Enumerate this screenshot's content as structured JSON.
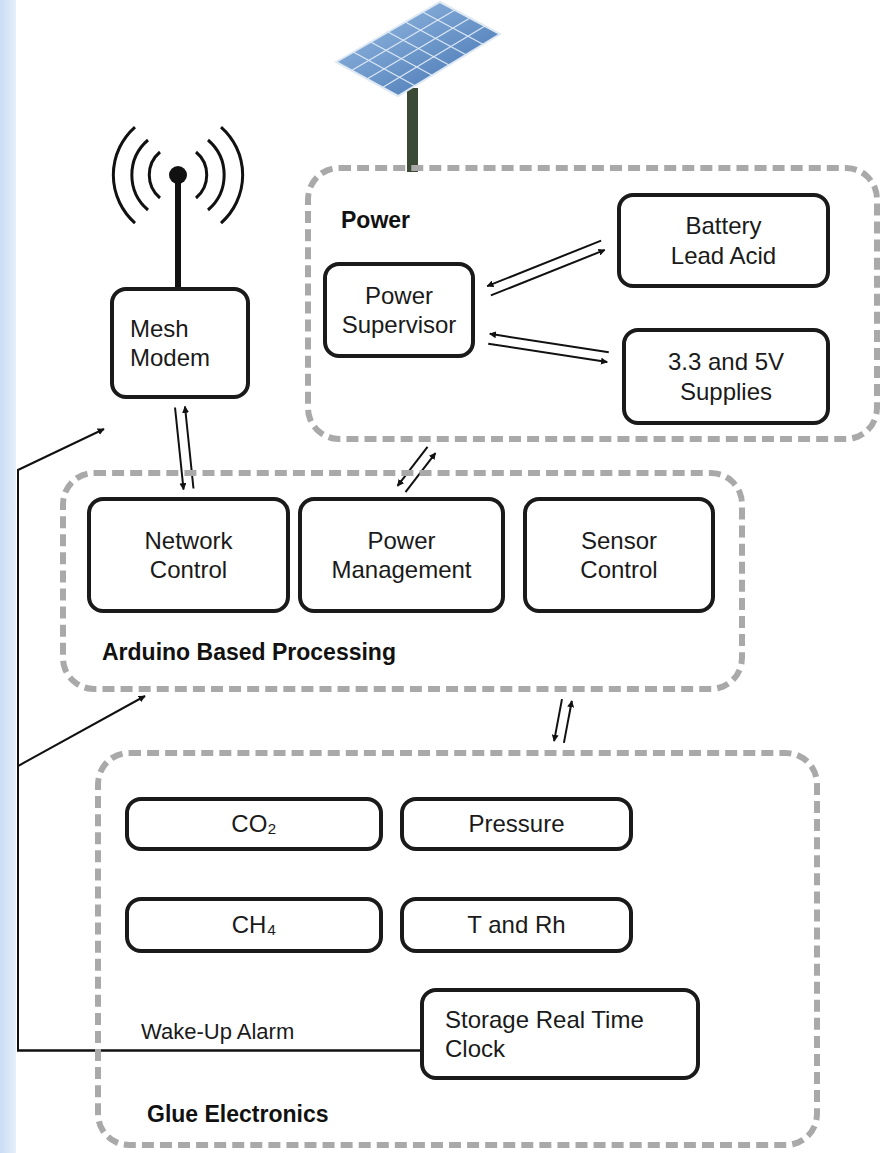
{
  "diagram": {
    "nodes": [
      {
        "text": [
          "Power"
        ]
      },
      {
        "text": [
          "Power Supervisor"
        ],
        "in": 0
      },
      {
        "text": [
          "Battery Lead Acid"
        ],
        "in": 0
      },
      {
        "text": [
          "3.3 and 5V Supplies"
        ],
        "in": 0
      },
      {
        "text": [
          "Mesh Modem"
        ]
      },
      {
        "text": [
          "Arduino Based Processing"
        ]
      },
      {
        "text": [
          "Network Control"
        ],
        "in": 5
      },
      {
        "text": [
          "Power Management"
        ],
        "in": 5
      },
      {
        "text": [
          "Sensor Control"
        ],
        "in": 5
      },
      {
        "text": [
          "Glue Electronics"
        ]
      },
      {
        "text": [
          "CO₂"
        ],
        "in": 9
      },
      {
        "text": [
          "Pressure"
        ],
        "in": 9
      },
      {
        "text": [
          "CH₄"
        ],
        "in": 9
      },
      {
        "text": [
          "T and Rh"
        ],
        "in": 9
      },
      {
        "text": [
          "Storage Real Time Clock"
        ],
        "in": 9
      }
    ],
    "edges": [
      {
        "from": 1,
        "to": 2,
        "arrow": "both"
      },
      {
        "from": 1,
        "to": 3,
        "arrow": "both"
      },
      {
        "from": 4,
        "to": 6,
        "arrow": "both"
      },
      {
        "from": 0,
        "to": 7,
        "arrow": "both"
      },
      {
        "from": 5,
        "to": 9,
        "arrow": "both"
      },
      {
        "from": 14,
        "to": 4,
        "label": "Wake-Up Alarm",
        "arrow": "to"
      },
      {
        "from": 14,
        "to": 5,
        "arrow": "to"
      }
    ]
  }
}
